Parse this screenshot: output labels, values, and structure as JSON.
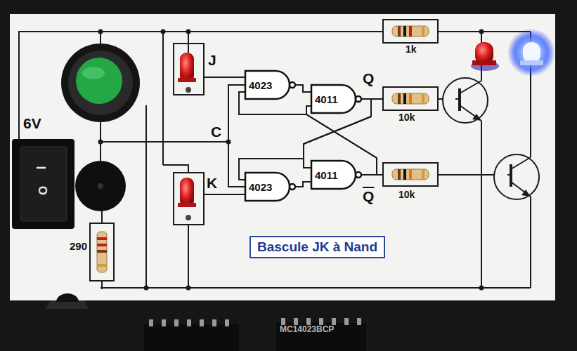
{
  "diagram": {
    "nodes": [
      {
        "text": [
          "4023"
        ]
      },
      {
        "text": [
          "4011"
        ]
      },
      {
        "text": [
          "4023"
        ]
      },
      {
        "text": [
          "4011"
        ]
      },
      {
        "text": [
          "Bascule JK à Nand"
        ]
      }
    ],
    "edges": [
      {
        "from": 0,
        "to": 1,
        "arrow": "none"
      },
      {
        "from": 2,
        "to": 3,
        "arrow": "none"
      },
      {
        "from": 1,
        "to": 3,
        "arrow": "none"
      },
      {
        "from": 3,
        "to": 1,
        "arrow": "none"
      },
      {
        "from": 1,
        "to": 2,
        "arrow": "none"
      },
      {
        "from": 3,
        "to": 0,
        "arrow": "none"
      }
    ],
    "labels": [
      "1k",
      "J",
      "Q",
      "10k",
      "6V",
      "C",
      "I",
      "O",
      "K",
      "10k",
      "Q",
      "290",
      "MC14023BCP"
    ]
  }
}
